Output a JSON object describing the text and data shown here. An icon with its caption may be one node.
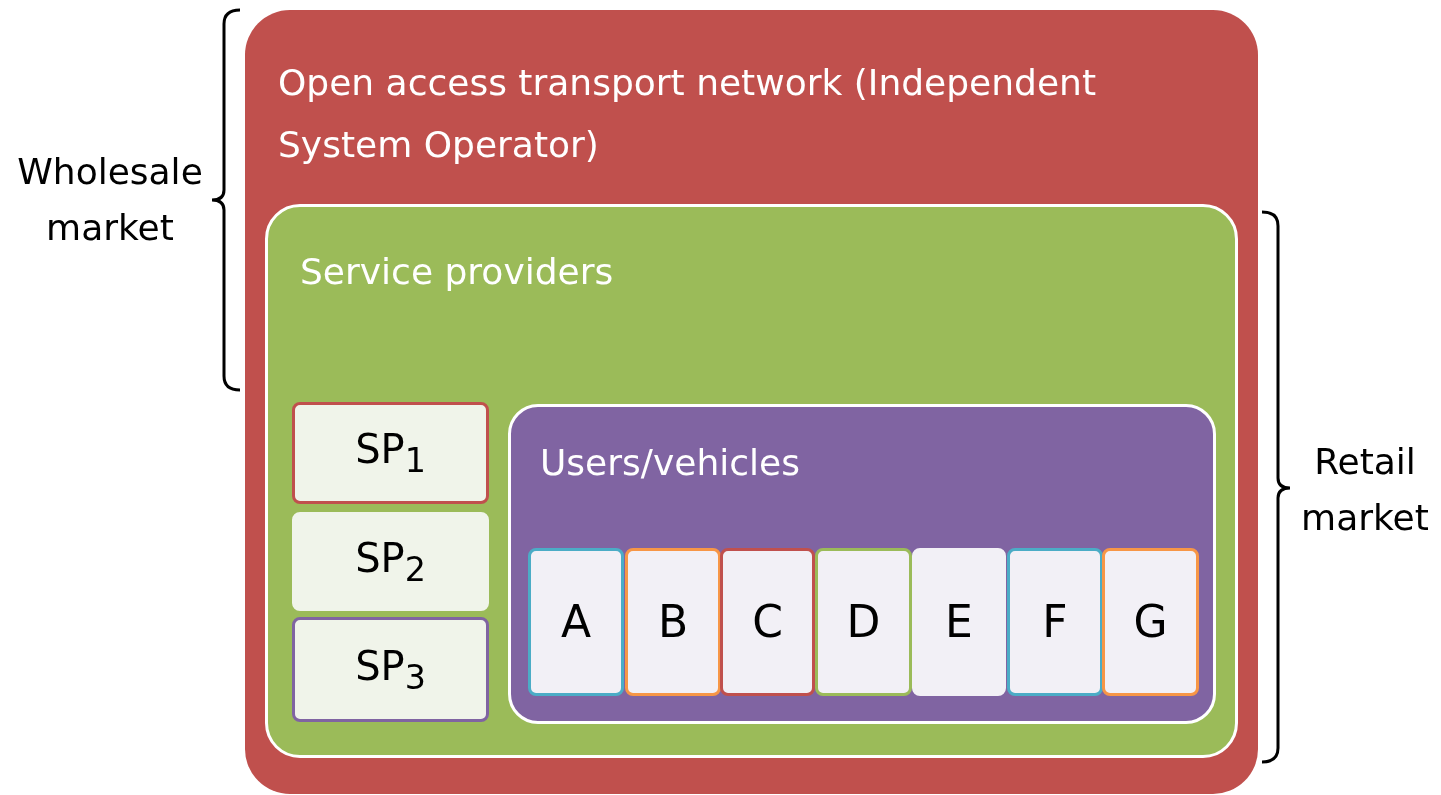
{
  "diagram": {
    "nodes": [
      {
        "text": [
          "Open access transport network (Independent System Operator)"
        ]
      },
      {
        "text": [
          "Service providers"
        ],
        "in": 0
      },
      {
        "text": [
          "SP$_{1}$"
        ],
        "in": 1
      },
      {
        "text": [
          "SP$_{2}$"
        ],
        "in": 1
      },
      {
        "text": [
          "SP$_{3}$"
        ],
        "in": 1
      },
      {
        "text": [
          "Users/vehicles"
        ],
        "in": 1
      },
      {
        "text": [
          "A"
        ],
        "in": 5
      },
      {
        "text": [
          "B"
        ],
        "in": 5
      },
      {
        "text": [
          "C"
        ],
        "in": 5
      },
      {
        "text": [
          "D"
        ],
        "in": 5
      },
      {
        "text": [
          "E"
        ],
        "in": 5
      },
      {
        "text": [
          "F"
        ],
        "in": 5
      },
      {
        "text": [
          "G"
        ],
        "in": 5
      }
    ],
    "labels": [
      "Wholesale market",
      "Retail market"
    ]
  }
}
